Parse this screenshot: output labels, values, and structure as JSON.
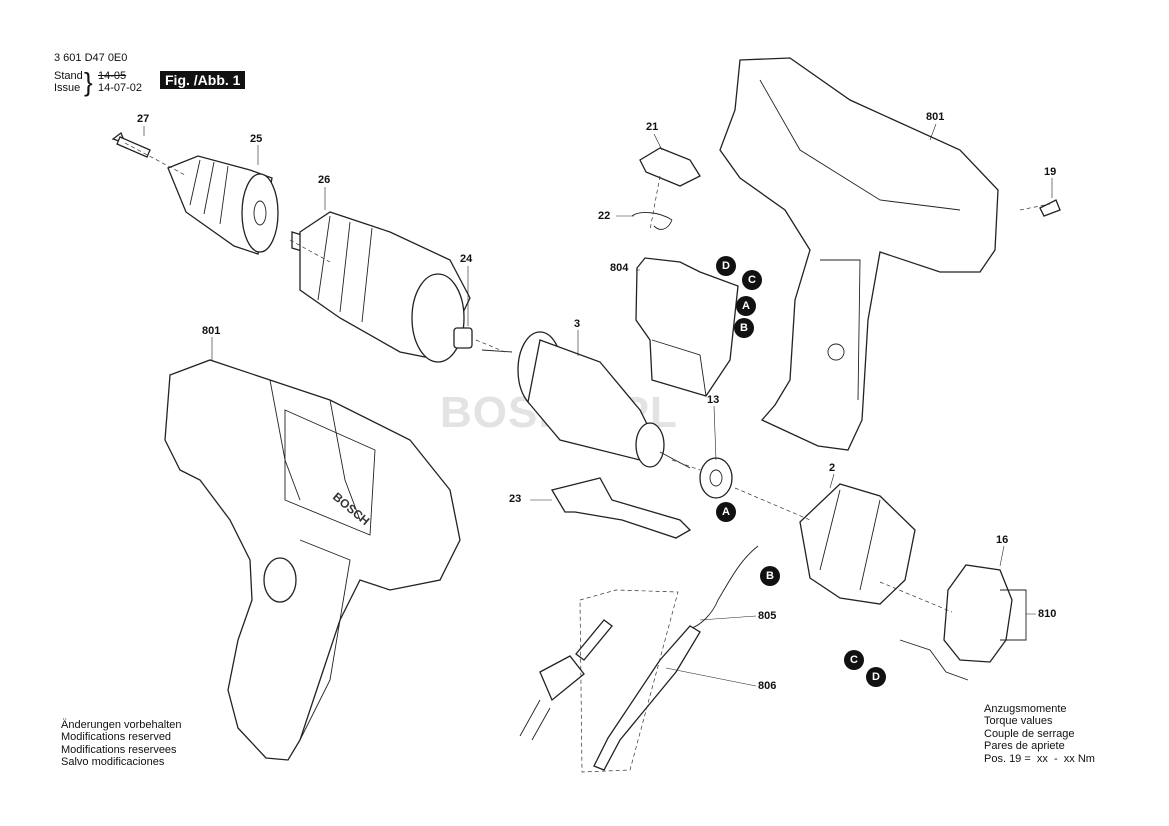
{
  "header": {
    "code": "3 601 D47 0E0",
    "stand_label": "Stand",
    "issue_label": "Issue",
    "stand_value": "14-05",
    "issue_value": "14-07-02",
    "figure": "Fig. /Abb. 1"
  },
  "parts": {
    "p27": "27",
    "p25": "25",
    "p26": "26",
    "p24": "24",
    "p21": "21",
    "p22": "22",
    "p804": "804",
    "p3": "3",
    "p801_top": "801",
    "p801_left": "801",
    "p19": "19",
    "p13": "13",
    "p23": "23",
    "p2": "2",
    "p16": "16",
    "p810": "810",
    "p805": "805",
    "p806": "806"
  },
  "markers": {
    "a": "A",
    "b": "B",
    "c": "C",
    "d": "D"
  },
  "watermark": "BOSKO.PL",
  "brand": "BOSCH",
  "notes_left": [
    "Änderungen vorbehalten",
    "Modifications reserved",
    "Modifications reservees",
    "Salvo modificaciones"
  ],
  "notes_right": [
    "Anzugsmomente",
    "Torque values",
    "Couple de serrage",
    "Pares de apriete",
    "Pos. 19 =  xx  -  xx Nm"
  ]
}
